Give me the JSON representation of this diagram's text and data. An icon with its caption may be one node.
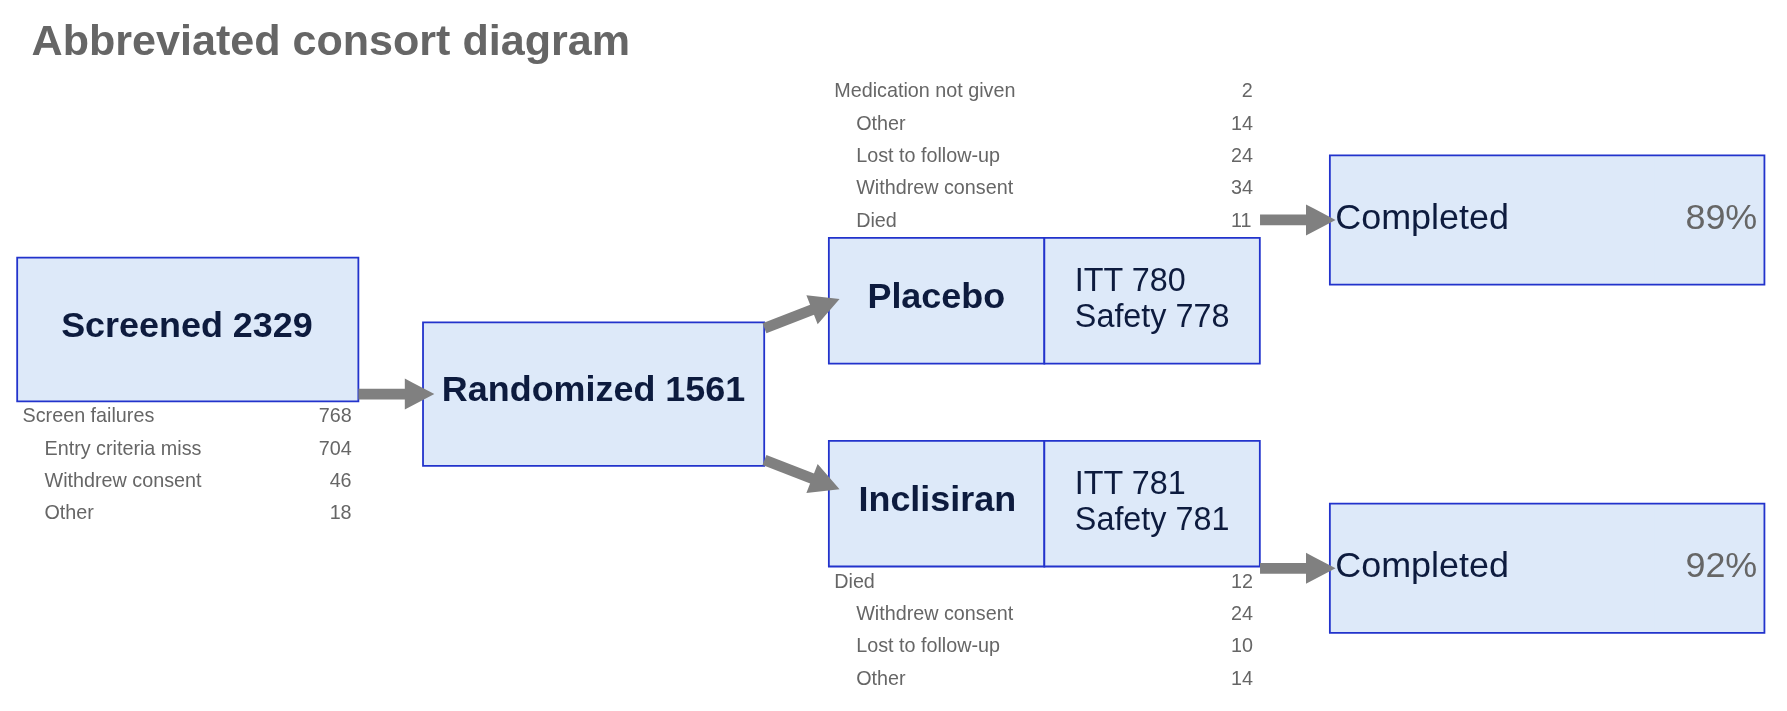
{
  "diagram": {
    "title": "Abbreviated consort diagram",
    "nodes": [
      {
        "text": [
          "Screened 2329"
        ],
        "beside": [
          "Screen failures 768",
          "Entry criteria miss 704",
          "Withdrew consent 46",
          "Other 18"
        ]
      },
      {
        "text": [
          "Randomized 1561"
        ]
      },
      {
        "text": [
          "Placebo",
          "ITT 780",
          "Safety 778"
        ],
        "beside": [
          "Medication not given 2",
          "Other 14",
          "Lost to follow-up 24",
          "Withdrew consent 34",
          "Died 11"
        ]
      },
      {
        "text": [
          "Inclisiran",
          "ITT 781",
          "Safety 781"
        ],
        "beside": [
          "Died 12",
          "Withdrew consent 24",
          "Lost to follow-up 10",
          "Other 14"
        ]
      },
      {
        "text": [
          "Completed",
          "89%"
        ]
      },
      {
        "text": [
          "Completed",
          "92%"
        ]
      }
    ],
    "edges": [
      {
        "from": 0,
        "to": 1,
        "arrow": "to"
      },
      {
        "from": 1,
        "to": 2,
        "arrow": "to"
      },
      {
        "from": 1,
        "to": 3,
        "arrow": "to"
      },
      {
        "from": 2,
        "to": 4,
        "arrow": "to"
      },
      {
        "from": 3,
        "to": 5,
        "arrow": "to"
      }
    ]
  }
}
